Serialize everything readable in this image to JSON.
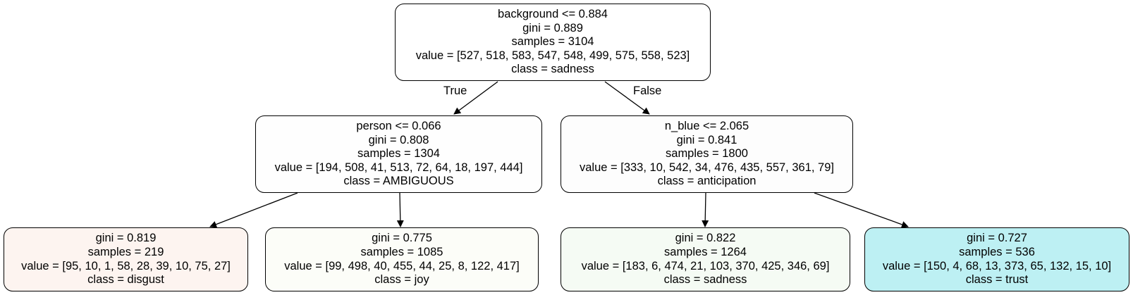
{
  "tree": {
    "root": {
      "split": "background <= 0.884",
      "gini": "gini = 0.889",
      "samples": "samples = 3104",
      "value": "value = [527, 518, 583, 547, 548, 499, 575, 558, 523]",
      "class": "class = sadness",
      "fill": "#ffffff"
    },
    "edge_labels": {
      "true": "True",
      "false": "False"
    },
    "left": {
      "split": "person <= 0.066",
      "gini": "gini = 0.808",
      "samples": "samples = 1304",
      "value": "value = [194, 508, 41, 513, 72, 64, 18, 197, 444]",
      "class": "class = AMBIGUOUS",
      "fill": "#fefefe"
    },
    "right": {
      "split": "n_blue <= 2.065",
      "gini": "gini = 0.841",
      "samples": "samples = 1800",
      "value": "value = [333, 10, 542, 34, 476, 435, 557, 361, 79]",
      "class": "class = anticipation",
      "fill": "#fdfdfd"
    },
    "leaf_ll": {
      "gini": "gini = 0.819",
      "samples": "samples = 219",
      "value": "value = [95, 10, 1, 58, 28, 39, 10, 75, 27]",
      "class": "class = disgust",
      "fill": "#fdf4f0"
    },
    "leaf_lr": {
      "gini": "gini = 0.775",
      "samples": "samples = 1085",
      "value": "value = [99, 498, 40, 455, 44, 25, 8, 122, 417]",
      "class": "class = joy",
      "fill": "#fcfdf8"
    },
    "leaf_rl": {
      "gini": "gini = 0.822",
      "samples": "samples = 1264",
      "value": "value = [183, 6, 474, 21, 103, 370, 425, 346, 69]",
      "class": "class = sadness",
      "fill": "#f5fbf4"
    },
    "leaf_rr": {
      "gini": "gini = 0.727",
      "samples": "samples = 536",
      "value": "value = [150, 4, 68, 13, 373, 65, 132, 15, 10]",
      "class": "class = trust",
      "fill": "#bdf0f3"
    }
  }
}
